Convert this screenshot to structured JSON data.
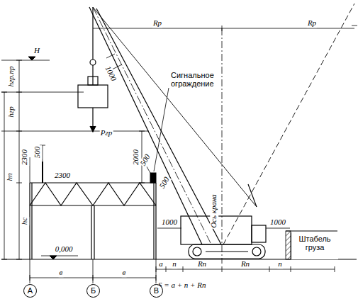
{
  "diagram": {
    "nodes": [
      {
        "text": [
          "Штабель груза"
        ]
      },
      {
        "text": [
          "А"
        ]
      },
      {
        "text": [
          "Б"
        ]
      },
      {
        "text": [
          "В"
        ]
      }
    ],
    "labels": [
      "H",
      "hгр.пр",
      "hгр",
      "hп",
      "2300",
      "500",
      "2300",
      "2000",
      "1000",
      "500",
      "500",
      "Pгр",
      "Rр",
      "Rр",
      "Сигнальное ограждение",
      "Ось крана",
      "hс",
      "0,000",
      "1000",
      "1000",
      "в",
      "в",
      "a",
      "n",
      "Rп",
      "Rп",
      "n",
      "S = a + n + Rп"
    ]
  }
}
